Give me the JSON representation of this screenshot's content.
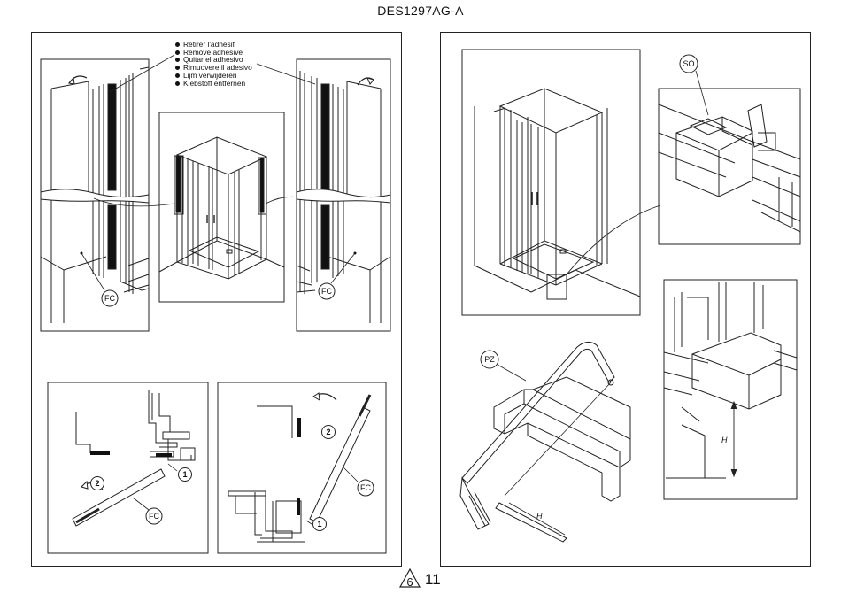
{
  "document": {
    "title": "DES1297AG-A",
    "page_marker": "6",
    "page_number": "11"
  },
  "adhesive_instructions": [
    "Retirer l'adhésif",
    "Remove adhesive",
    "Quitar el adhesivo",
    "Rimuovere il adesivo",
    "Lijm verwijderen",
    "Klebstoff entfernen"
  ],
  "callouts": {
    "fc": "FC",
    "so": "SO",
    "pz": "PZ",
    "step_1": "1",
    "step_2": "2",
    "dimension_h": "H"
  }
}
